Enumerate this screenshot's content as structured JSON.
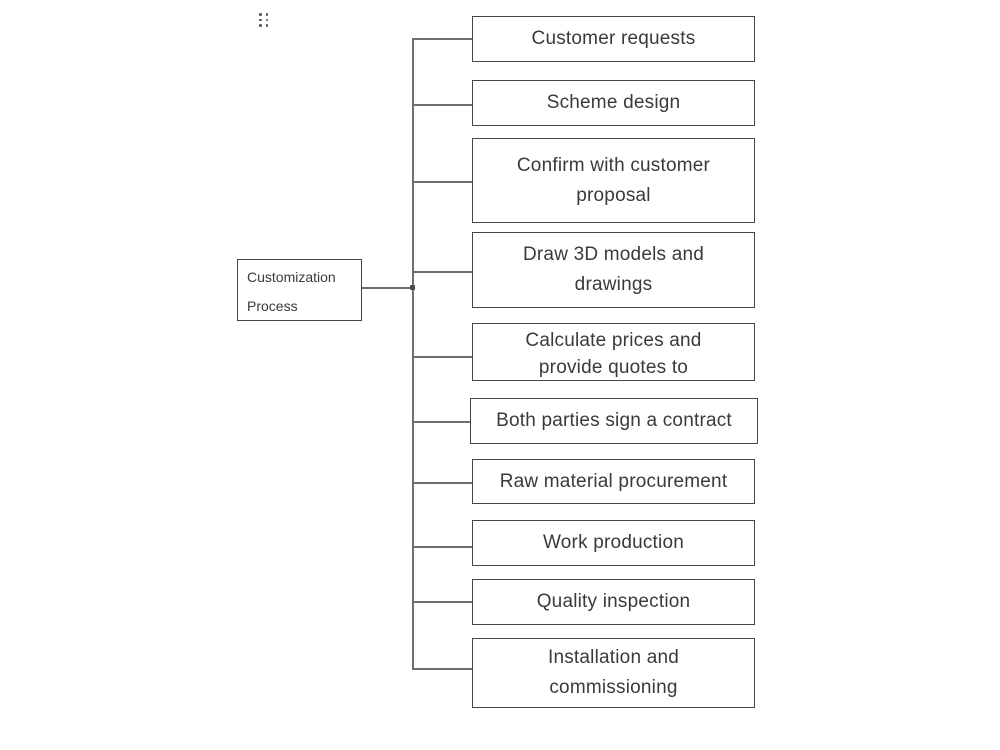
{
  "icons": {
    "drag_handle": "six-dot-drag-handle"
  },
  "colors": {
    "background": "#ffffff",
    "box_border": "#474747",
    "connector_line": "#6f6f6f",
    "text": "#3a3a3a",
    "handle_dot": "#565656"
  },
  "diagram": {
    "root": {
      "label": "Customization Process",
      "lines": [
        "Customization",
        "Process"
      ]
    },
    "nodes": [
      {
        "label": "Customer requests",
        "lines": [
          "Customer requests"
        ]
      },
      {
        "label": "Scheme design",
        "lines": [
          "Scheme design"
        ]
      },
      {
        "label": "Confirm with customer proposal",
        "lines": [
          "Confirm with customer",
          "proposal"
        ]
      },
      {
        "label": "Draw 3D models and drawings",
        "lines": [
          "Draw 3D models and",
          "drawings"
        ]
      },
      {
        "label": "Calculate prices and provide quotes to",
        "lines": [
          "Calculate prices and",
          "provide quotes to"
        ]
      },
      {
        "label": "Both parties sign a contract",
        "lines": [
          "Both parties sign a contract"
        ]
      },
      {
        "label": "Raw material procurement",
        "lines": [
          "Raw material procurement"
        ]
      },
      {
        "label": "Work production",
        "lines": [
          "Work production"
        ]
      },
      {
        "label": "Quality inspection",
        "lines": [
          "Quality inspection"
        ]
      },
      {
        "label": "Installation and commissioning",
        "lines": [
          "Installation and",
          "commissioning"
        ]
      }
    ]
  }
}
